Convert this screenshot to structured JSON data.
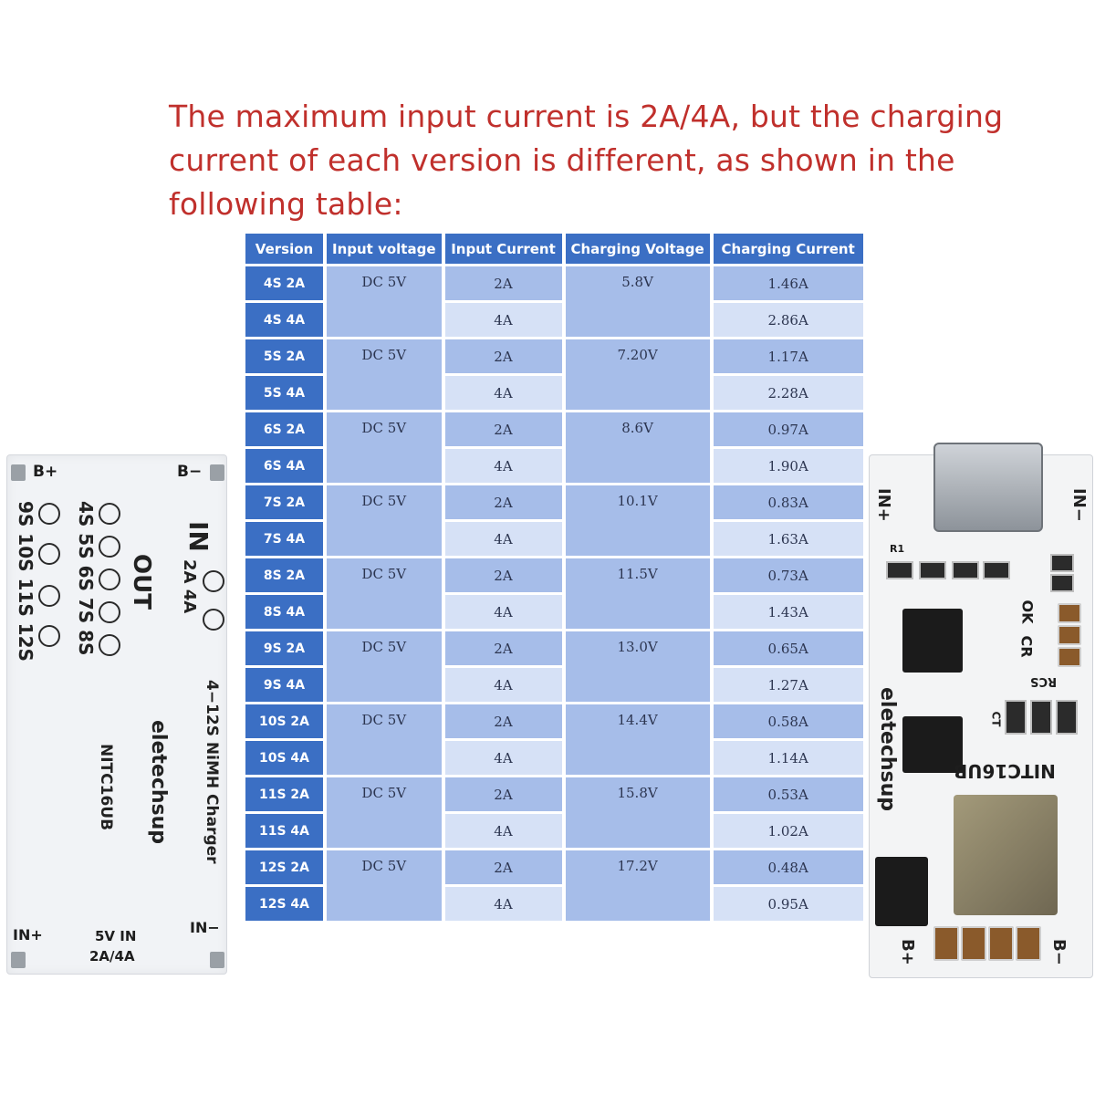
{
  "intro": "The maximum input current is 2A/4A, but the charging current of each version is different, as shown in the following table:",
  "table": {
    "headers": [
      "Version",
      "Input voltage",
      "Input Current",
      "Charging Voltage",
      "Charging Current"
    ],
    "rows": [
      {
        "version": "4S 2A",
        "input_voltage": "DC 5V",
        "input_current": "2A",
        "charging_voltage": "5.8V",
        "charging_current": "1.46A"
      },
      {
        "version": "4S 4A",
        "input_current": "4A",
        "charging_current": "2.86A"
      },
      {
        "version": "5S 2A",
        "input_voltage": "DC 5V",
        "input_current": "2A",
        "charging_voltage": "7.20V",
        "charging_current": "1.17A"
      },
      {
        "version": "5S 4A",
        "input_current": "4A",
        "charging_current": "2.28A"
      },
      {
        "version": "6S 2A",
        "input_voltage": "DC 5V",
        "input_current": "2A",
        "charging_voltage": "8.6V",
        "charging_current": "0.97A"
      },
      {
        "version": "6S 4A",
        "input_current": "4A",
        "charging_current": "1.90A"
      },
      {
        "version": "7S 2A",
        "input_voltage": "DC 5V",
        "input_current": "2A",
        "charging_voltage": "10.1V",
        "charging_current": "0.83A"
      },
      {
        "version": "7S 4A",
        "input_current": "4A",
        "charging_current": "1.63A"
      },
      {
        "version": "8S 2A",
        "input_voltage": "DC 5V",
        "input_current": "2A",
        "charging_voltage": "11.5V",
        "charging_current": "0.73A"
      },
      {
        "version": "8S 4A",
        "input_current": "4A",
        "charging_current": "1.43A"
      },
      {
        "version": "9S 2A",
        "input_voltage": "DC 5V",
        "input_current": "2A",
        "charging_voltage": "13.0V",
        "charging_current": "0.65A"
      },
      {
        "version": "9S 4A",
        "input_current": "4A",
        "charging_current": "1.27A"
      },
      {
        "version": "10S 2A",
        "input_voltage": "DC 5V",
        "input_current": "2A",
        "charging_voltage": "14.4V",
        "charging_current": "0.58A"
      },
      {
        "version": "10S 4A",
        "input_current": "4A",
        "charging_current": "1.14A"
      },
      {
        "version": "11S 2A",
        "input_voltage": "DC 5V",
        "input_current": "2A",
        "charging_voltage": "15.8V",
        "charging_current": "0.53A"
      },
      {
        "version": "11S 4A",
        "input_current": "4A",
        "charging_current": "1.02A"
      },
      {
        "version": "12S 2A",
        "input_voltage": "DC 5V",
        "input_current": "2A",
        "charging_voltage": "17.2V",
        "charging_current": "0.48A"
      },
      {
        "version": "12S 4A",
        "input_current": "4A",
        "charging_current": "0.95A"
      }
    ]
  },
  "left_board": {
    "b_plus": "B+",
    "b_minus": "B−",
    "in_plus": "IN+",
    "in_minus": "IN−",
    "series_row_a": "9S 10S 11S 12S",
    "series_row_b": "4S 5S 6S 7S 8S",
    "out_label": "OUT",
    "in_label": "IN",
    "in_options": "2A 4A",
    "product_line": "4−12S NiMH Charger",
    "brand": "eletechsup",
    "model": "NITC16UB",
    "input_spec_1": "5V IN",
    "input_spec_2": "2A/4A"
  },
  "right_board": {
    "in_plus": "IN+",
    "in_minus": "IN−",
    "b_plus": "B+",
    "b_minus": "B−",
    "brand": "eletechsup",
    "model": "NITC16UB",
    "r1": "R1",
    "ok": "OK",
    "cr": "CR",
    "rcs": "RCS",
    "ct": "CT"
  }
}
